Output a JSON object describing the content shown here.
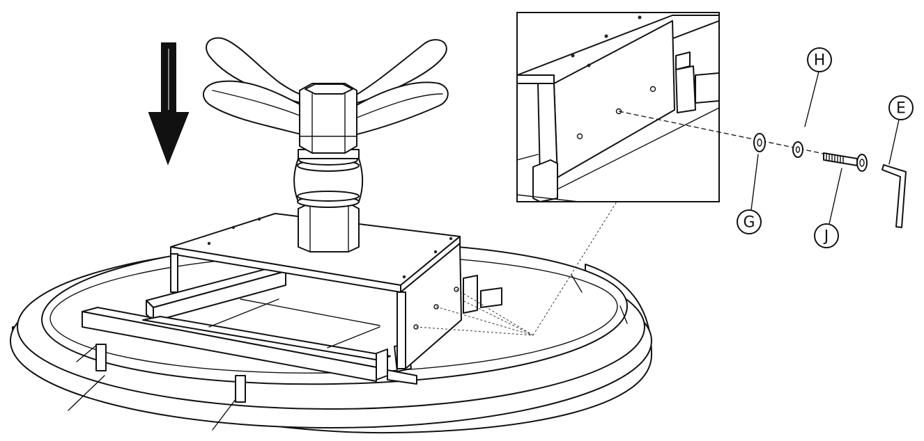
{
  "labels": {
    "H": "H",
    "E": "E",
    "G": "G",
    "J": "J"
  },
  "icons": {
    "direction_arrow": "down-arrow-icon"
  },
  "colors": {
    "line": "#111111",
    "fill": "#ffffff",
    "arrow": "#111111"
  }
}
